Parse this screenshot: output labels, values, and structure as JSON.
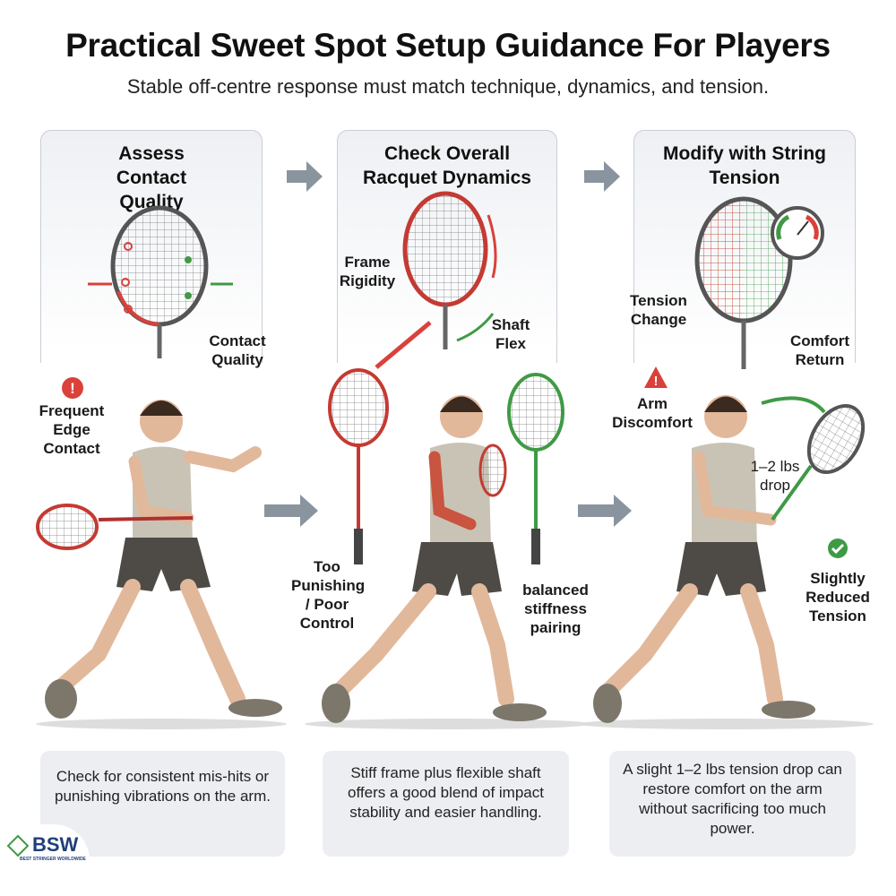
{
  "header": {
    "title": "Practical Sweet Spot Setup Guidance For Players",
    "subtitle": "Stable off-centre response must match technique, dynamics, and tension."
  },
  "steps": [
    {
      "title": "Assess Contact Quality",
      "callout": "Contact Quality",
      "player_label": "Frequent Edge Contact",
      "description": "Check for consistent mis-hits or punishing vibrations on the arm."
    },
    {
      "title": "Check Overall Racquet Dynamics",
      "callout_left": "Frame Rigidity",
      "callout_right": "Shaft Flex",
      "bad_label": "Too Punishing / Poor Control",
      "good_label": "balanced stiffness pairing",
      "description": "Stiff frame plus flexible shaft offers a good blend of impact stability and easier handling."
    },
    {
      "title": "Modify with String Tension",
      "callout_left": "Tension Change",
      "callout_right": "Comfort Return",
      "warning_label": "Arm Discomfort",
      "drop_label": "1–2 lbs drop",
      "result_label": "Slightly Reduced Tension",
      "description": "A slight 1–2 lbs tension drop can restore comfort on the arm without sacrificing too much power."
    }
  ],
  "logo": {
    "text": "BSW",
    "tagline": "BEST STRINGER WORLDWIDE"
  },
  "colors": {
    "bad": "#d9413a",
    "good": "#3f9a45",
    "arrow": "#8a949e",
    "panel_bg": "#eef0f4"
  }
}
